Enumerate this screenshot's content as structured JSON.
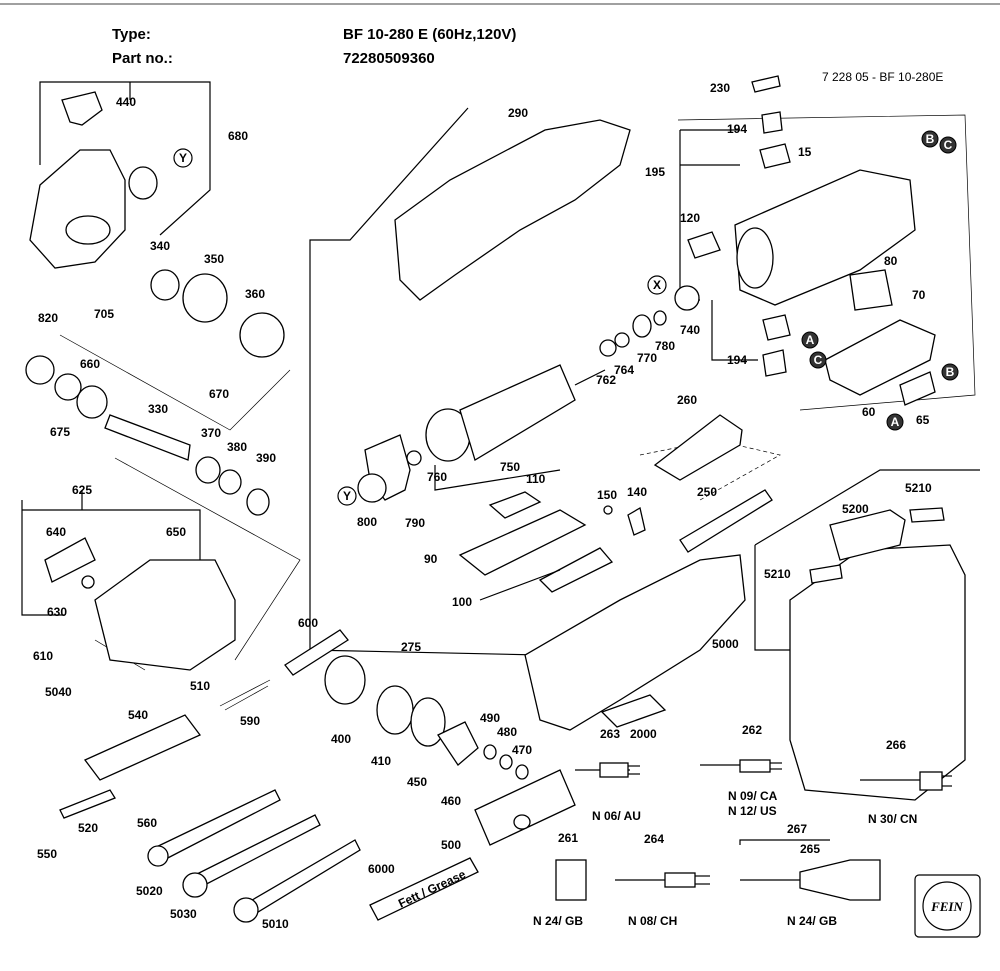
{
  "header": {
    "type_label": "Type:",
    "type_value": "BF 10-280 E (60Hz,120V)",
    "part_label": "Part no.:",
    "part_value": "72280509360",
    "doc_ref": "7 228 05 - BF 10-280E"
  },
  "part_numbers": [
    "440",
    "680",
    "340",
    "350",
    "360",
    "820",
    "705",
    "670",
    "660",
    "330",
    "675",
    "370",
    "380",
    "390",
    "625",
    "640",
    "650",
    "630",
    "610",
    "510",
    "600",
    "590",
    "5040",
    "540",
    "520",
    "560",
    "550",
    "5020",
    "5030",
    "5010",
    "400",
    "410",
    "450",
    "460",
    "490",
    "480",
    "470",
    "500",
    "6000",
    "290",
    "275",
    "750",
    "760",
    "800",
    "790",
    "110",
    "90",
    "100",
    "150",
    "140",
    "250",
    "260",
    "230",
    "194",
    "195",
    "15",
    "120",
    "80",
    "70",
    "740",
    "780",
    "770",
    "764",
    "762",
    "60",
    "65",
    "5210",
    "5200",
    "5000",
    "2000",
    "263",
    "262",
    "266",
    "261",
    "264",
    "267",
    "265"
  ],
  "markers": [
    "Y",
    "X",
    "A",
    "B",
    "C"
  ],
  "cord_variants": {
    "n06": "N 06/ AU",
    "n09": "N 09/ CA",
    "n12": "N 12/ US",
    "n30": "N 30/ CN",
    "n24a": "N 24/ GB",
    "n08": "N 08/ CH",
    "n24b": "N 24/ GB"
  },
  "grease_label": "Fett / Grease",
  "logo_text": "FEIN"
}
